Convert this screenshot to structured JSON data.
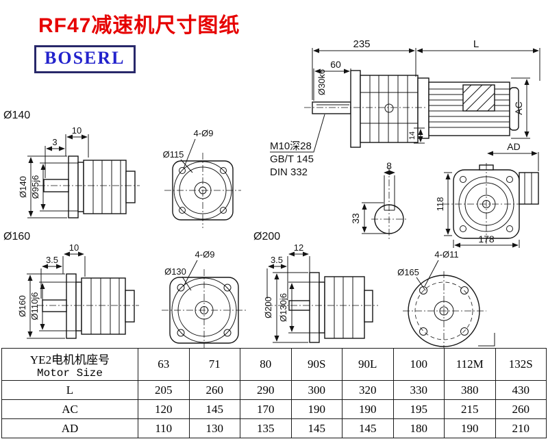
{
  "title": "RF47减速机尺寸图纸",
  "logo": "BOSERL",
  "drawings": {
    "side_view": {
      "dim_235": "235",
      "dim_L": "L",
      "dim_60": "60",
      "shaft_dia": "Ø30k6",
      "dim_AC": "AC",
      "dim_14": "14",
      "thread_note_1": "M10深28",
      "thread_note_2": "GB/T 145",
      "thread_note_3": "DIN 332"
    },
    "shaft_section": {
      "dim_8": "8",
      "dim_33": "33"
    },
    "rear_view": {
      "dim_AD": "AD",
      "dim_118": "118",
      "dim_178": "178"
    },
    "flange140": {
      "label": "Ø140",
      "dim_10": "10",
      "dim_3": "3",
      "dia_outer": "Ø140",
      "dia_pilot": "Ø95j6",
      "holes": "4-Ø9",
      "bolt_circle": "Ø115"
    },
    "flange160": {
      "label": "Ø160",
      "dim_10": "10",
      "dim_3_5": "3.5",
      "dia_outer": "Ø160",
      "dia_pilot": "Ø110j6",
      "holes": "4-Ø9",
      "bolt_circle": "Ø130"
    },
    "flange200": {
      "label": "Ø200",
      "dim_12": "12",
      "dim_3_5": "3.5",
      "dia_outer": "Ø200",
      "dia_pilot": "Ø130j6",
      "holes": "4-Ø11",
      "bolt_circle": "Ø165"
    }
  },
  "table": {
    "header_line1": "YE2电机机座号",
    "header_line2": "Motor Size",
    "sizes": [
      "63",
      "71",
      "80",
      "90S",
      "90L",
      "100",
      "112M",
      "132S"
    ],
    "rows": [
      {
        "label": "L",
        "values": [
          "205",
          "260",
          "290",
          "300",
          "320",
          "330",
          "380",
          "430"
        ]
      },
      {
        "label": "AC",
        "values": [
          "120",
          "145",
          "170",
          "190",
          "190",
          "195",
          "215",
          "260"
        ]
      },
      {
        "label": "AD",
        "values": [
          "110",
          "130",
          "135",
          "145",
          "145",
          "180",
          "190",
          "210"
        ]
      }
    ]
  }
}
